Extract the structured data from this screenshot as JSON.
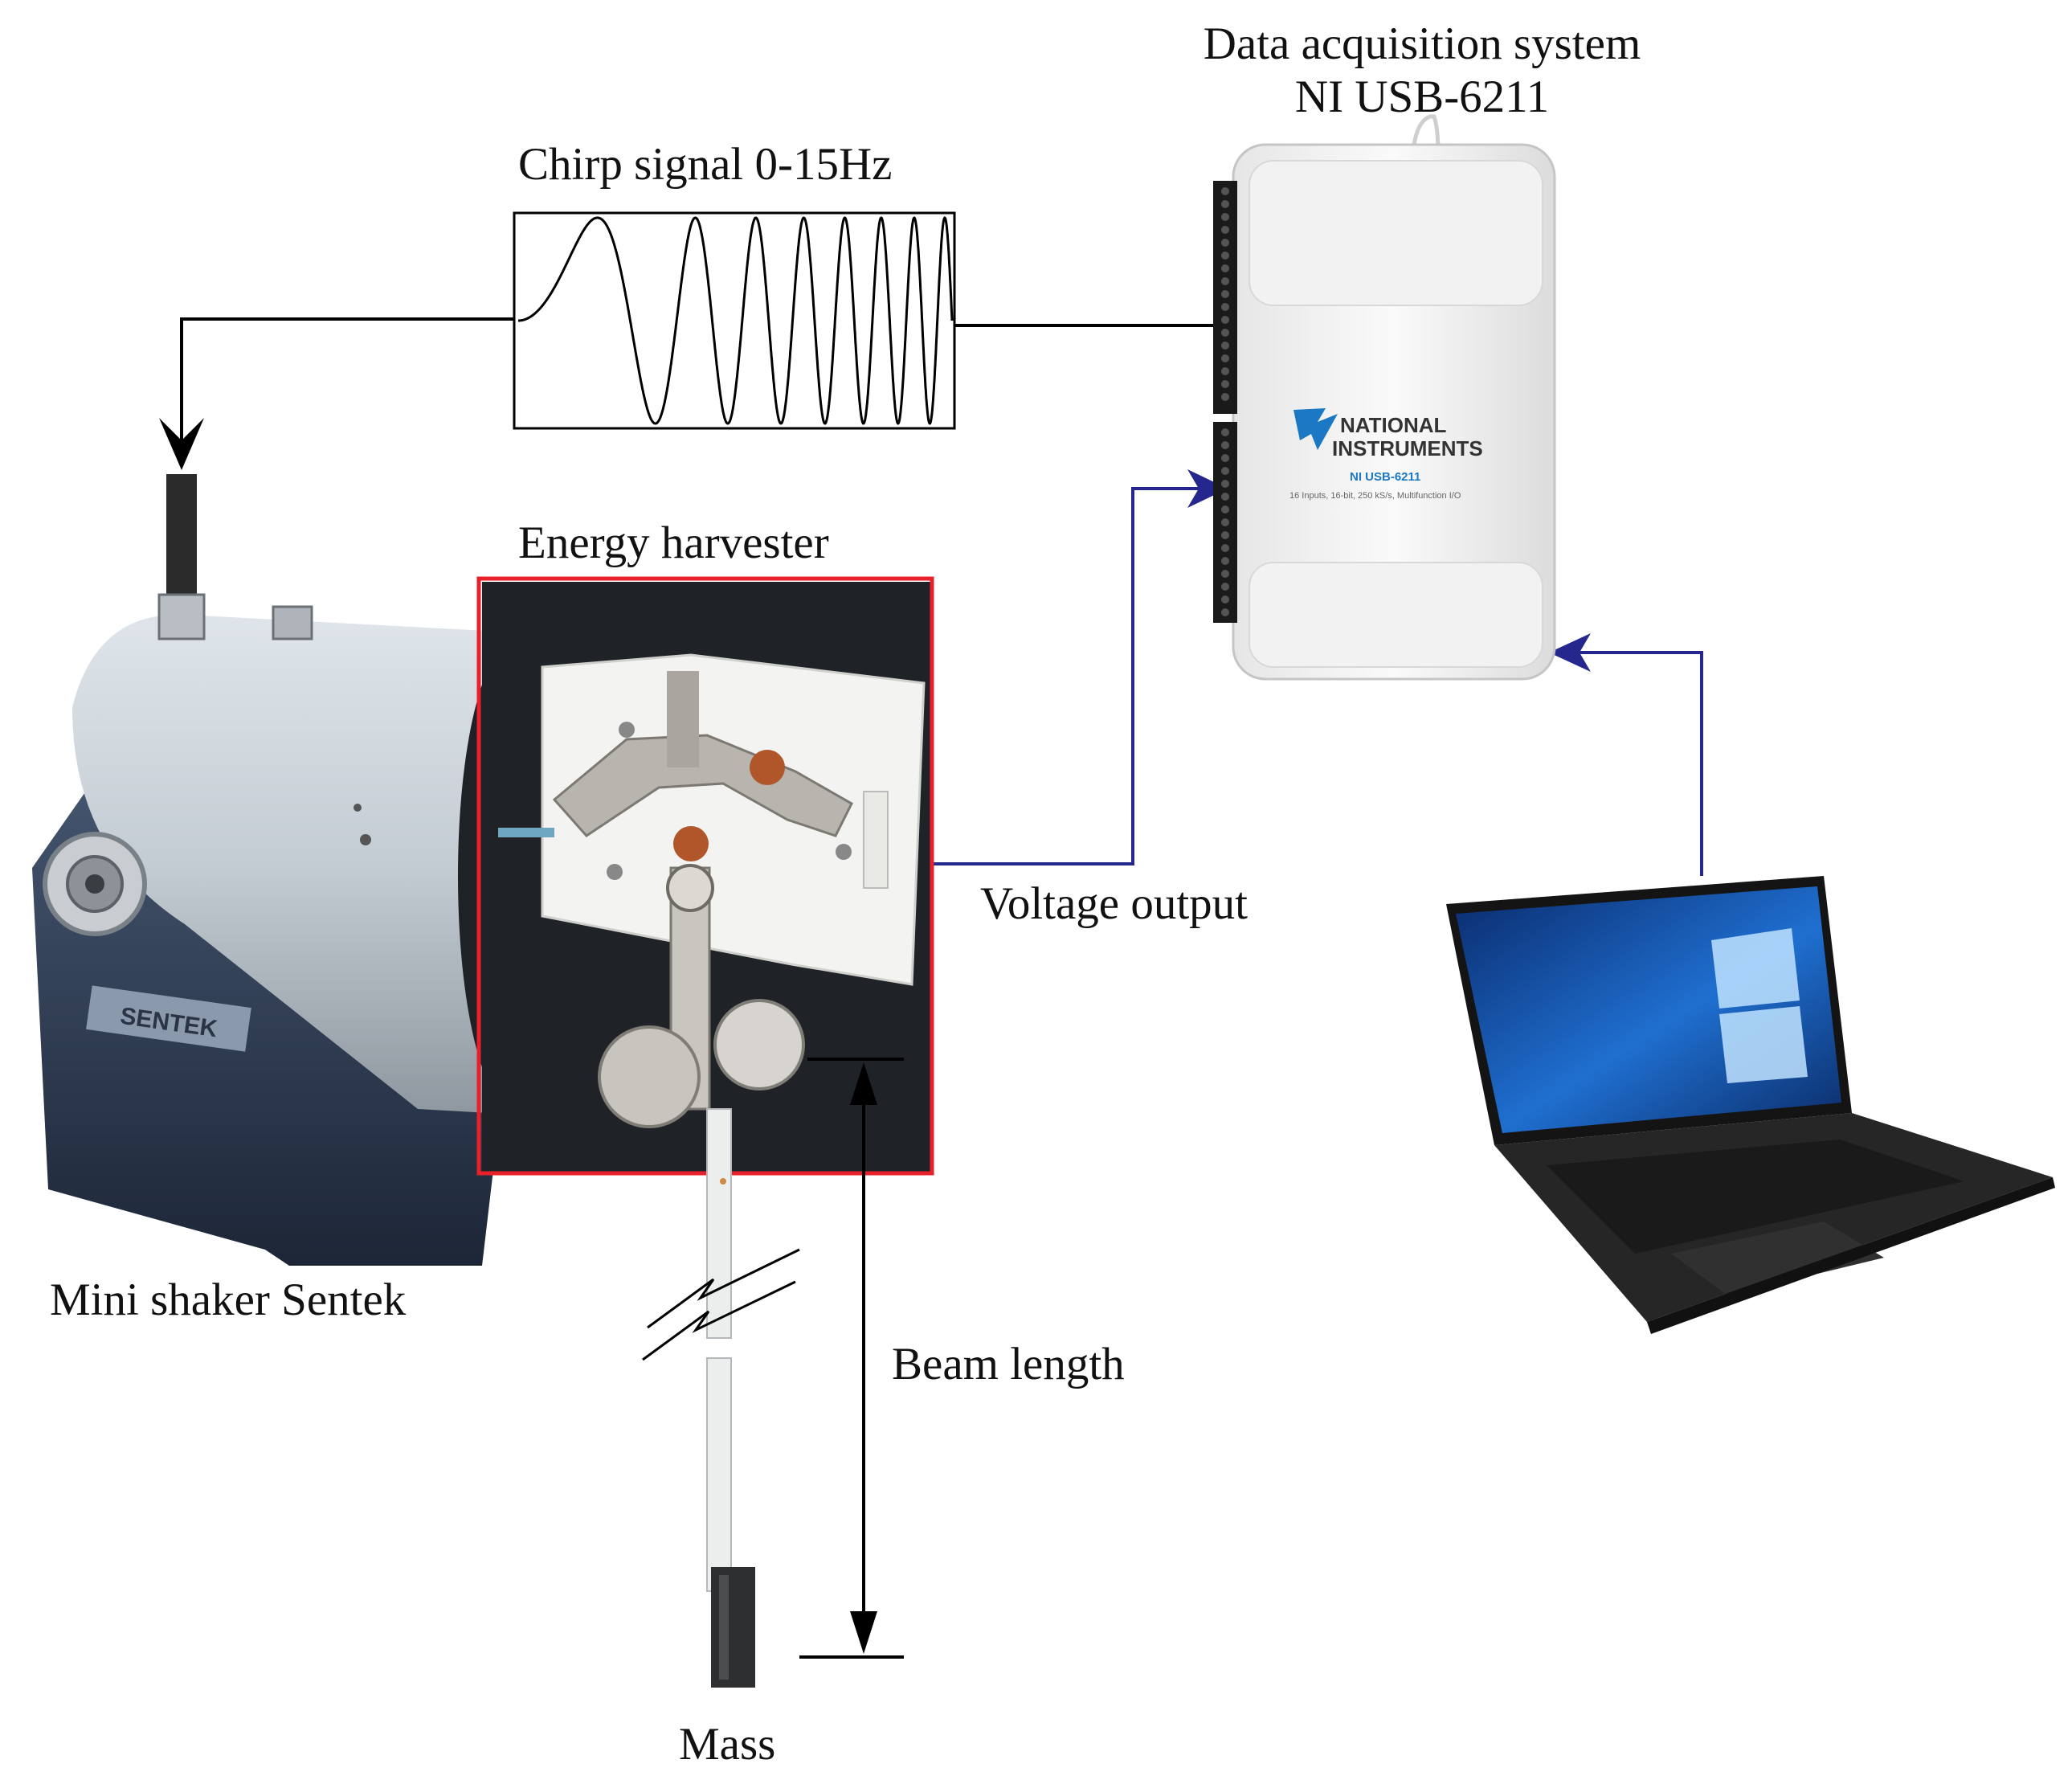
{
  "labels": {
    "daq_line1": "Data acquisition system",
    "daq_line2": "NI USB-6211",
    "chirp": "Chirp signal 0-15Hz",
    "harvester": "Energy harvester",
    "voltage": "Voltage output",
    "shaker": "Mini shaker Sentek",
    "beam": "Beam length",
    "mass": "Mass"
  },
  "daq_device": {
    "brand_line1": "NATIONAL",
    "brand_line2": "INSTRUMENTS",
    "model": "NI USB-6211",
    "spec": "16 Inputs, 16-bit, 250 kS/s, Multifunction I/O"
  },
  "shaker_brand": "SENTEK",
  "colors": {
    "signal_line": "#000000",
    "data_line": "#26268f",
    "harvester_box": "#e8202a",
    "ni_blue": "#1b78c4"
  }
}
